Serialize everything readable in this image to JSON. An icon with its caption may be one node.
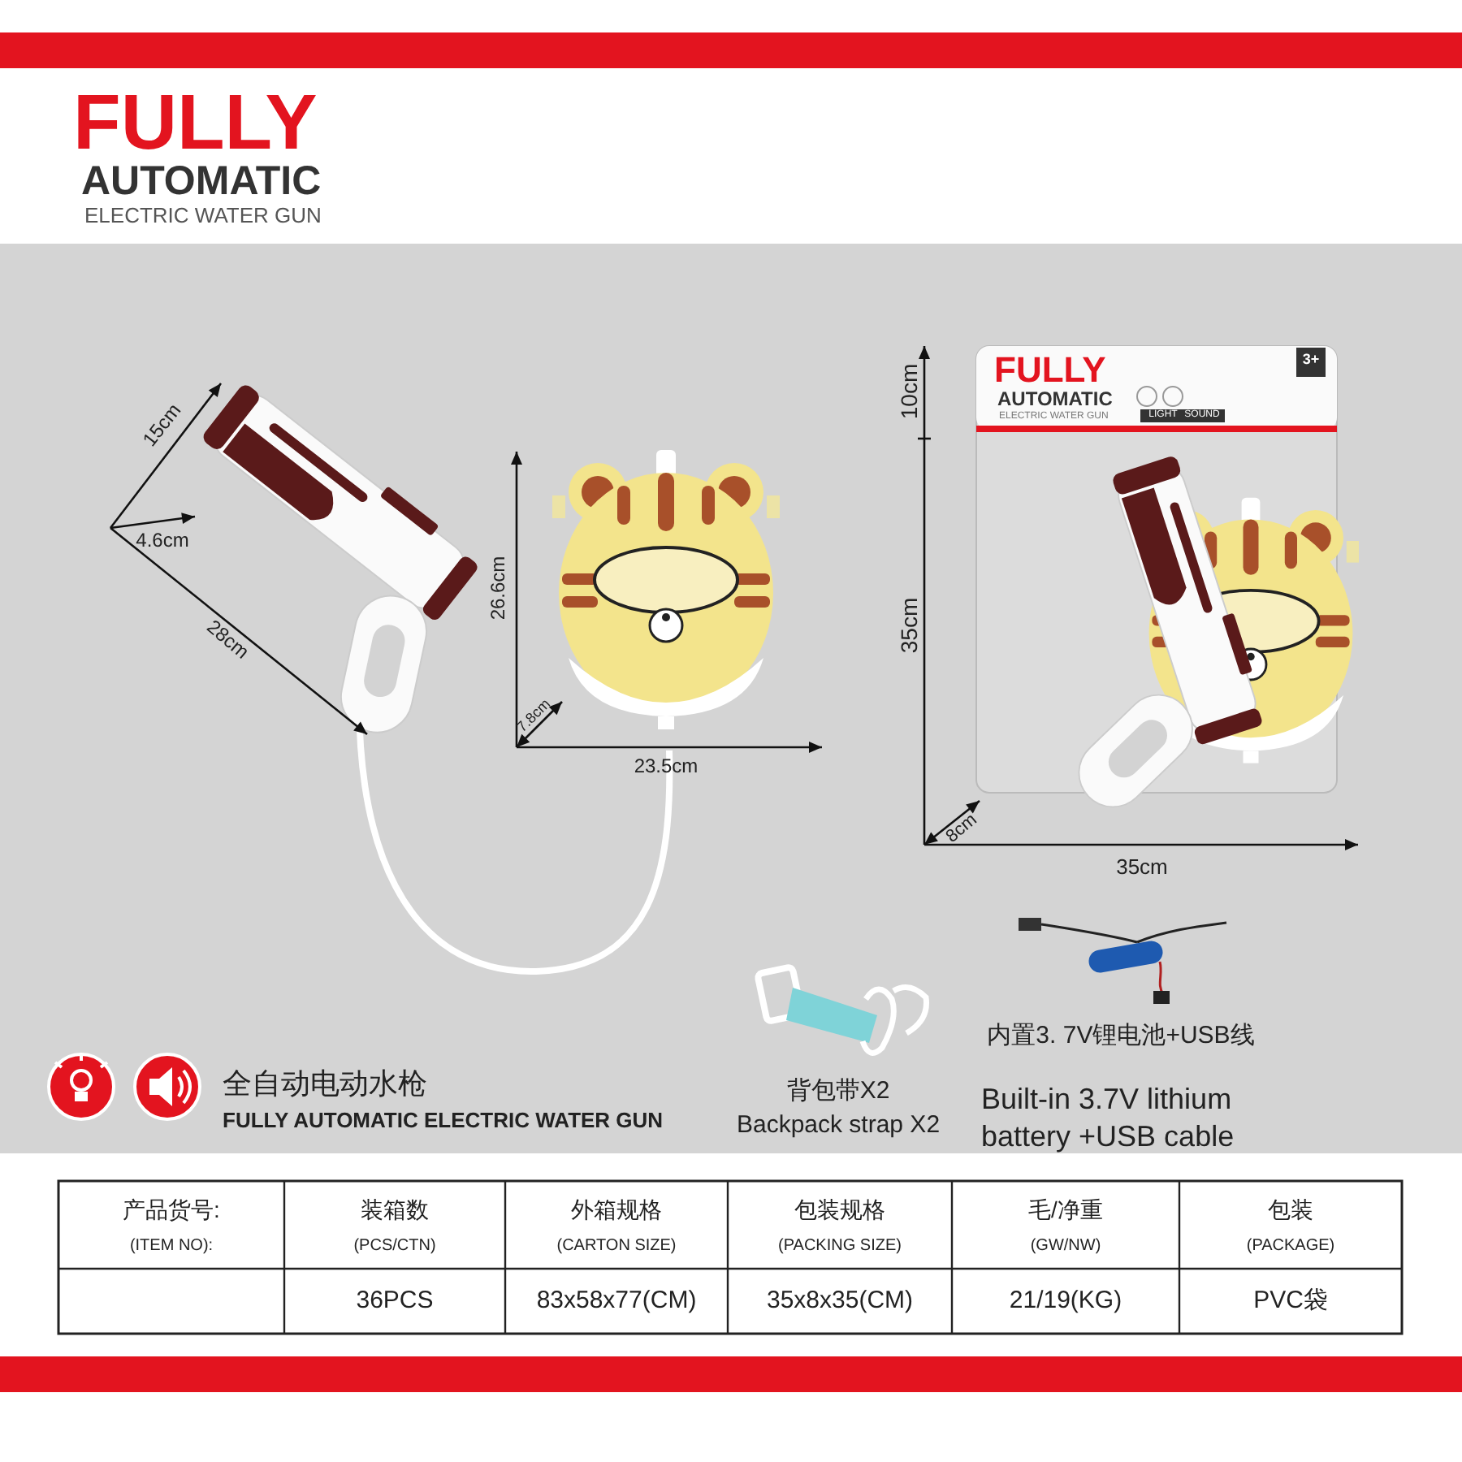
{
  "diagram": {
    "labels": [
      "FULLY",
      "AUTOMATIC",
      "ELECTRIC WATER GUN",
      "15cm",
      "4.6cm",
      "28cm",
      "26.6cm",
      "7.8cm",
      "23.5cm",
      "FULLY",
      "AUTOMATIC",
      "ELECTRIC WATER GUN",
      "LIGHT",
      "SOUND",
      "3+",
      "10cm",
      "35cm",
      "8cm",
      "35cm",
      "内置3. 7V锂电池+USB线",
      "全自动电动水枪",
      "FULLY AUTOMATIC ELECTRIC WATER GUN",
      "背包带X2",
      "Backpack strap X2",
      "Built-in 3.7V lithium battery +USB cable",
      "产品货号:",
      "(ITEM NO):",
      "装箱数",
      "(PCS/CTN)",
      "外箱规格",
      "(CARTON SIZE)",
      "包装规格",
      "(PACKING SIZE)",
      "毛/净重",
      "(GW/NW)",
      "包装",
      "(PACKAGE)",
      "36PCS",
      "83x58x77(CM)",
      "35x8x35(CM)",
      "21/19(KG)",
      "PVC袋"
    ]
  }
}
